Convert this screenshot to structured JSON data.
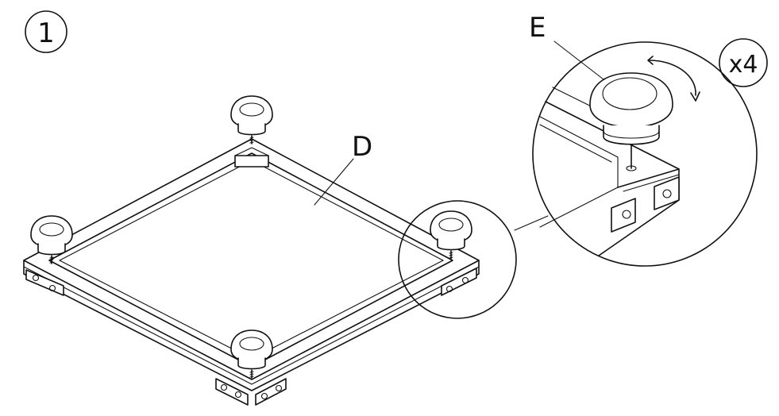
{
  "step": {
    "number": "1"
  },
  "labels": {
    "frame": "D",
    "foot": "E",
    "quantity": "x4"
  },
  "icons": {
    "rotation": "clockwise-rotation-arrow-icon",
    "magnifier": "detail-magnifier-icon"
  },
  "colors": {
    "ink": "#111111",
    "paper": "#ffffff"
  }
}
